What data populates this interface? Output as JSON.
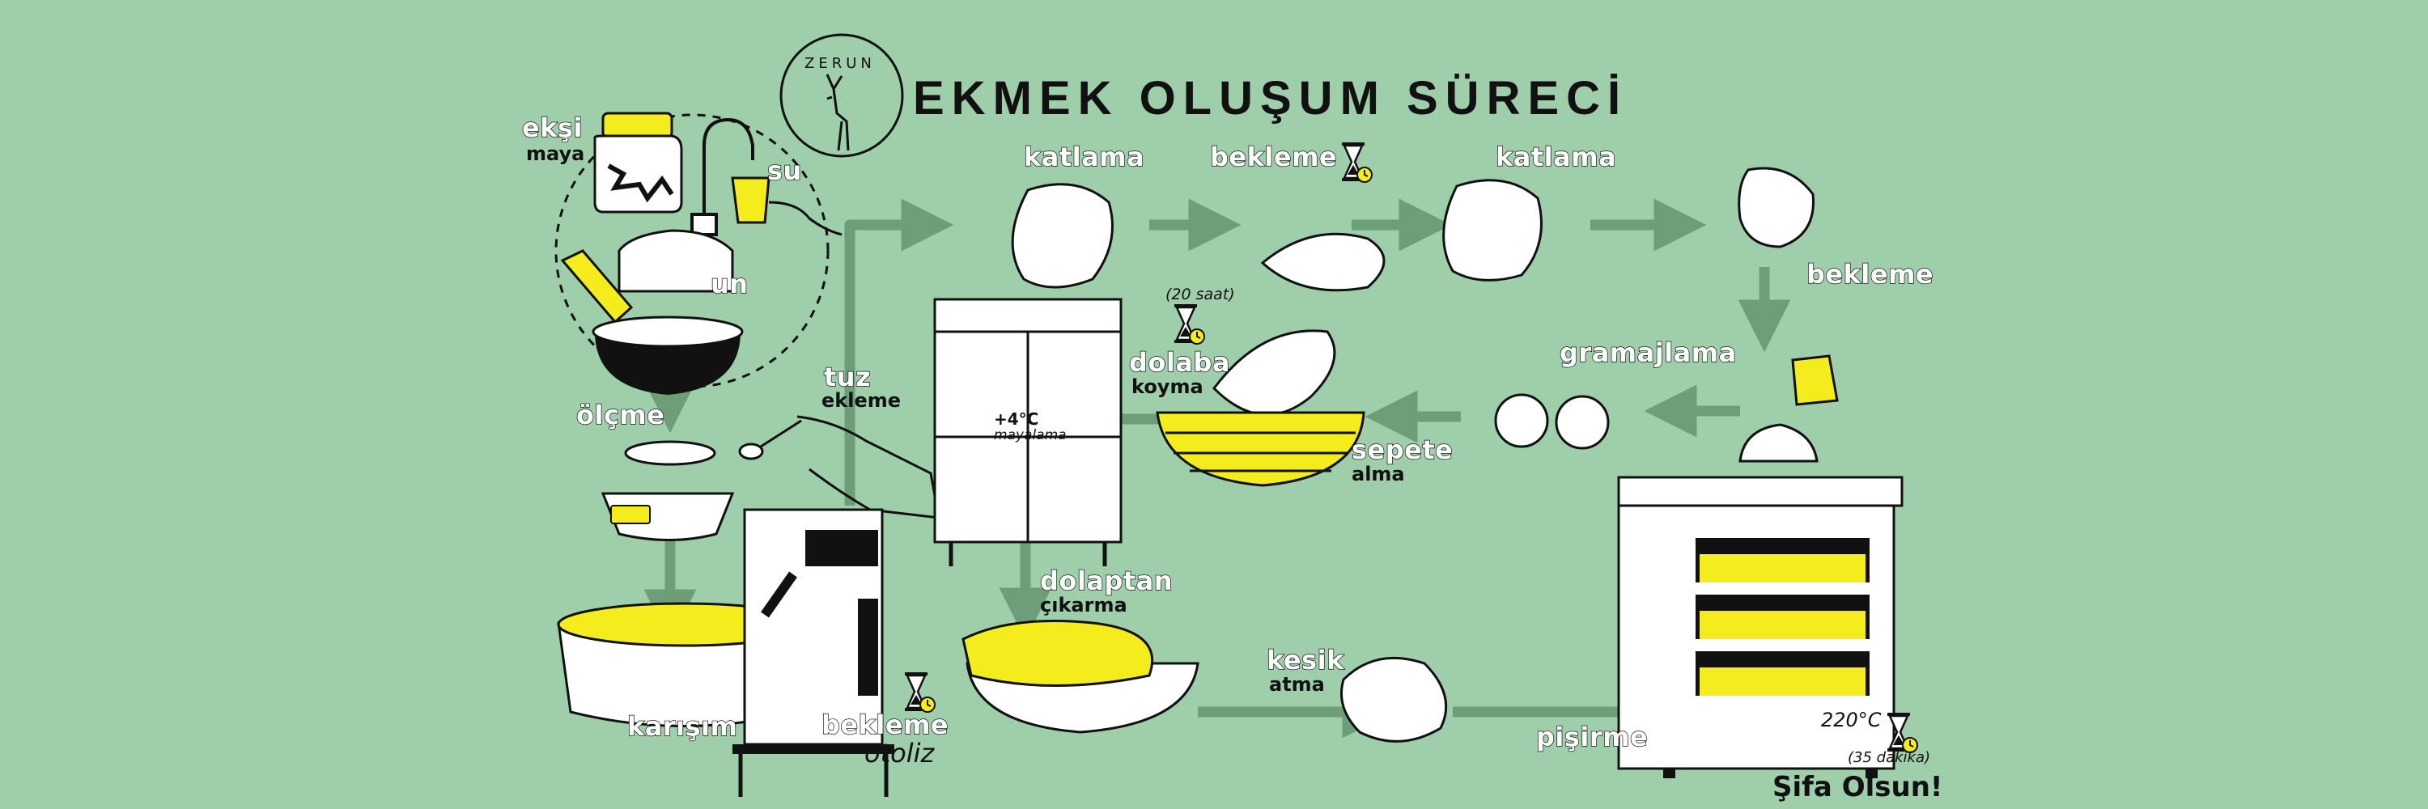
{
  "header": {
    "logo_text": "ZERUN",
    "title": "EKMEK OLUŞUM SÜRECİ"
  },
  "ingredients": {
    "eksi": "ekşi",
    "maya": "maya",
    "su": "su",
    "un": "un"
  },
  "steps": {
    "olcme": "ölçme",
    "karisim": "karışım",
    "tuz_top": "tuz",
    "tuz_sub": "ekleme",
    "bekleme_otoliz_top": "bekleme",
    "bekleme_otoliz_sub": "otoliz",
    "katlama_1": "katlama",
    "bekleme_1": "bekleme",
    "katlama_2": "katlama",
    "bekleme_2": "bekleme",
    "gramajlama": "gramajlama",
    "sepete_top": "sepete",
    "sepete_sub": "alma",
    "dolaba_top": "dolaba",
    "dolaba_sub": "koyma",
    "dolaba_time": "(20 saat)",
    "fridge_temp": "+4°C",
    "fridge_note": "mayalama",
    "dolaptan_top": "dolaptan",
    "dolaptan_sub": "çıkarma",
    "kesik_top": "kesik",
    "kesik_sub": "atma",
    "pisirme": "pişirme",
    "oven_temp": "220°C",
    "oven_time": "(35 dakika)"
  },
  "footer": {
    "closing": "Şifa Olsun!"
  },
  "colors": {
    "background": "#9fceab",
    "arrow": "#6e9e78",
    "accent_yellow": "#f4ec1c",
    "ink": "#111111"
  },
  "icons": [
    "hourglass-icon",
    "clock-icon",
    "gazelle-logo-icon"
  ]
}
